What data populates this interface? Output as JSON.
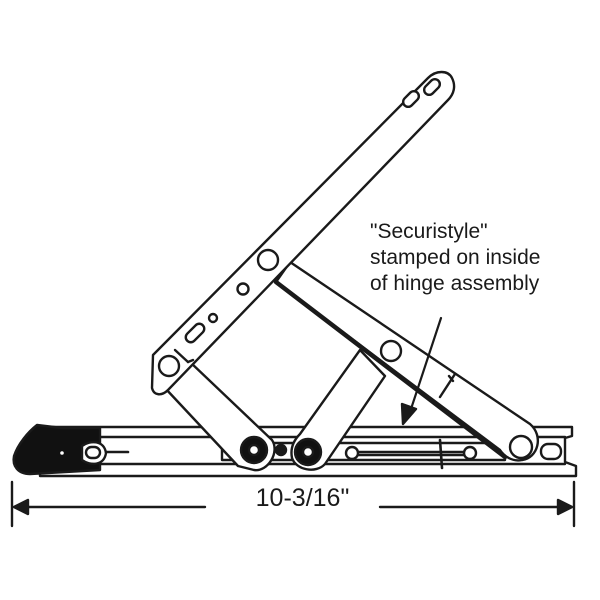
{
  "figure": {
    "subject": "Securistyle friction window hinge (open position)",
    "callout": {
      "lines": [
        "\"Securistyle\"",
        "stamped on inside",
        "of hinge assembly"
      ]
    },
    "dimension": {
      "label": "10-3/16\""
    },
    "colors": {
      "line": "#1a1a1a",
      "fill": "#ffffff",
      "background": "#ffffff"
    },
    "parts": [
      {
        "name": "sash-arm",
        "description": "long upper arm with mounting holes"
      },
      {
        "name": "support-arm",
        "description": "diagonal stay arm"
      },
      {
        "name": "link-arm-left",
        "description": "short link arm"
      },
      {
        "name": "link-arm-middle",
        "description": "short link arm"
      },
      {
        "name": "base-track",
        "description": "channel track with sliding shoe"
      },
      {
        "name": "end-cap",
        "description": "black plastic end cap"
      }
    ]
  }
}
